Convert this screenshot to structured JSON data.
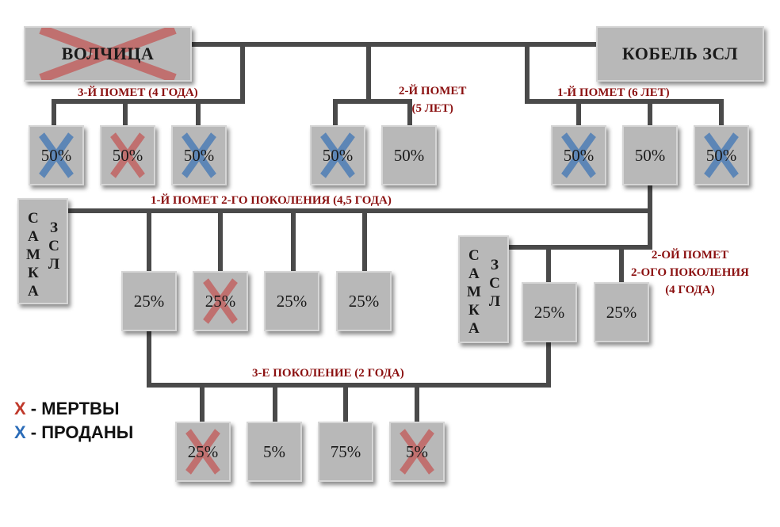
{
  "parents": {
    "female": {
      "label": "ВОЛЧИЦА",
      "mark": "dead"
    },
    "male": {
      "label": "КОБЕЛЬ ЗСЛ"
    }
  },
  "litters": {
    "third": {
      "label": "3-Й ПОМЕТ (4 ГОДА)",
      "pups": [
        {
          "pct": "50%",
          "mark": "sold"
        },
        {
          "pct": "50%",
          "mark": "dead"
        },
        {
          "pct": "50%",
          "mark": "sold"
        }
      ]
    },
    "second": {
      "label_line1": "2-Й ПОМЕТ",
      "label_line2": "(5 ЛЕТ)",
      "pups": [
        {
          "pct": "50%",
          "mark": "sold"
        },
        {
          "pct": "50%",
          "mark": "none"
        }
      ]
    },
    "first": {
      "label": "1-Й ПОМЕТ (6 ЛЕТ)",
      "pups": [
        {
          "pct": "50%",
          "mark": "sold"
        },
        {
          "pct": "50%",
          "mark": "none"
        },
        {
          "pct": "50%",
          "mark": "sold"
        }
      ]
    },
    "gen2_first": {
      "label": "1-Й ПОМЕТ 2-ГО ПОКОЛЕНИЯ (4,5 ГОДА)",
      "pups": [
        {
          "pct": "25%",
          "mark": "none"
        },
        {
          "pct": "25%",
          "mark": "dead"
        },
        {
          "pct": "25%",
          "mark": "none"
        },
        {
          "pct": "25%",
          "mark": "none"
        }
      ]
    },
    "gen2_second": {
      "label_line1": "2-ОЙ ПОМЕТ",
      "label_line2": "2-ОГО ПОКОЛЕНИЯ",
      "label_line3": "(4 ГОДА)",
      "pups": [
        {
          "pct": "25%",
          "mark": "none"
        },
        {
          "pct": "25%",
          "mark": "none"
        }
      ]
    },
    "gen3": {
      "label": "3-Е ПОКОЛЕНИЕ (2 ГОДА)",
      "pups": [
        {
          "pct": "25%",
          "mark": "dead"
        },
        {
          "pct": "5%",
          "mark": "none"
        },
        {
          "pct": "75%",
          "mark": "none"
        },
        {
          "pct": "5%",
          "mark": "dead"
        }
      ]
    }
  },
  "females_zsl": [
    {
      "col1": [
        "С",
        "А",
        "М",
        "К",
        "А"
      ],
      "col2": [
        "З",
        "С",
        "Л"
      ]
    },
    {
      "col1": [
        "С",
        "А",
        "М",
        "К",
        "А"
      ],
      "col2": [
        "З",
        "С",
        "Л"
      ]
    }
  ],
  "legend": {
    "dead": {
      "symbol": "Х",
      "text": " - МЕРТВЫ",
      "color": "#c0392b"
    },
    "sold": {
      "symbol": "Х",
      "text": " - ПРОДАНЫ",
      "color": "#2b6cb8"
    }
  },
  "colors": {
    "line": "#4a4a4a",
    "box": "#b8b8b8",
    "label": "#8b1010",
    "dead_mark": "#c0706f",
    "sold_mark": "#5d86b6"
  }
}
